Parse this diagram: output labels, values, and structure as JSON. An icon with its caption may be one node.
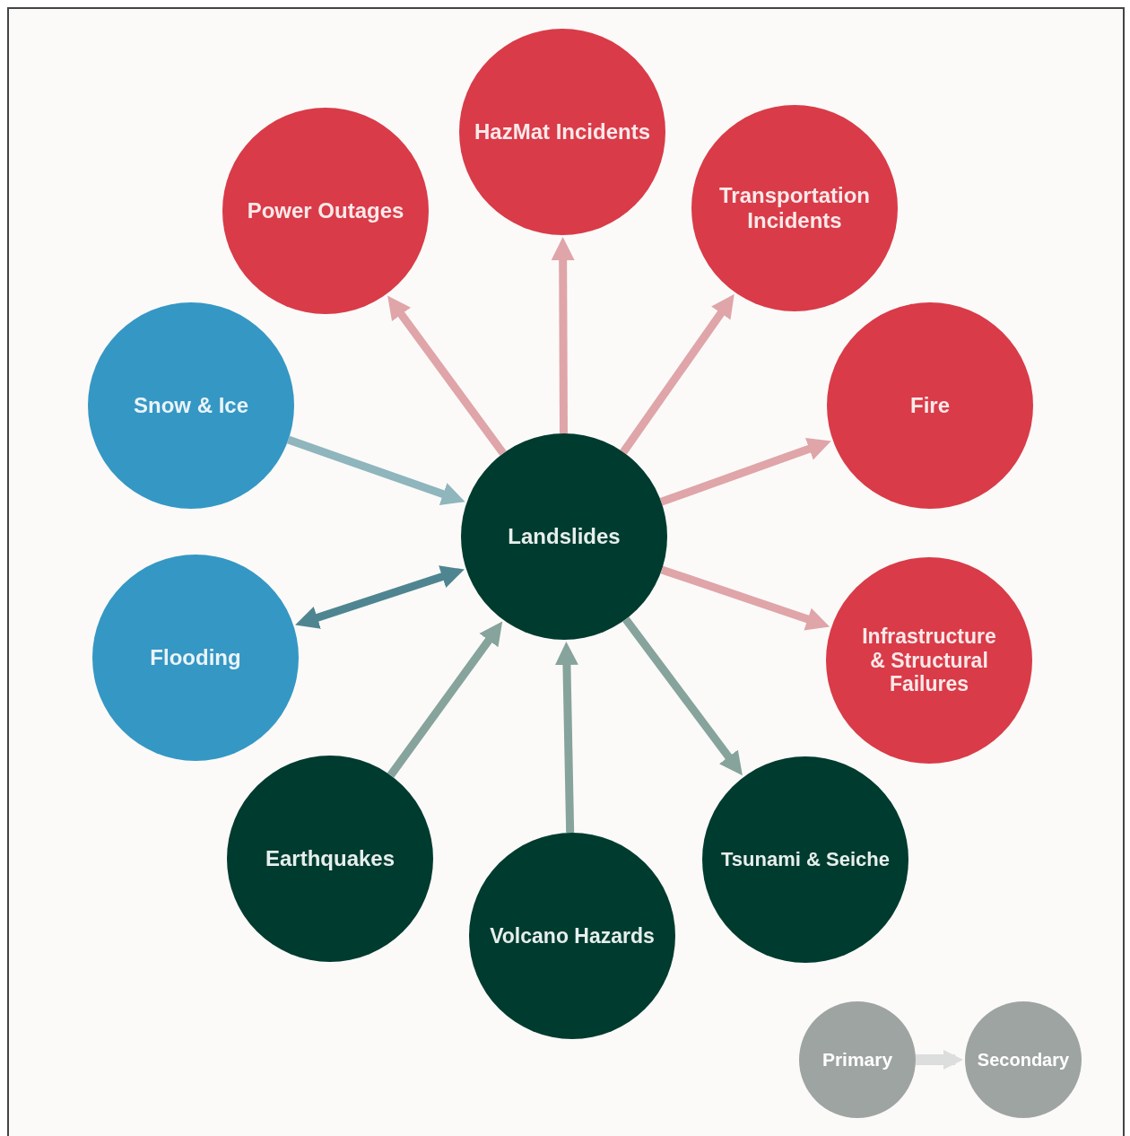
{
  "diagram": {
    "nodes": [
      {
        "text": [
          "HazMat Incidents"
        ]
      },
      {
        "text": [
          "Power Outages"
        ]
      },
      {
        "text": [
          "Transportation Incidents"
        ]
      },
      {
        "text": [
          "Snow & Ice"
        ]
      },
      {
        "text": [
          "Fire"
        ]
      },
      {
        "text": [
          "Landslides"
        ]
      },
      {
        "text": [
          "Flooding"
        ]
      },
      {
        "text": [
          "Infrastructure & Structural Failures"
        ]
      },
      {
        "text": [
          "Earthquakes"
        ]
      },
      {
        "text": [
          "Tsunami & Seiche"
        ]
      },
      {
        "text": [
          "Volcano Hazards"
        ]
      },
      {
        "text": [
          "Primary"
        ]
      },
      {
        "text": [
          "Secondary"
        ]
      }
    ],
    "edges": [
      {
        "from": 5,
        "to": 1,
        "arrow": "to",
        "color": "#dfa5a9"
      },
      {
        "from": 5,
        "to": 0,
        "arrow": "to",
        "color": "#dfa5a9"
      },
      {
        "from": 5,
        "to": 2,
        "arrow": "to",
        "color": "#dfa5a9"
      },
      {
        "from": 5,
        "to": 4,
        "arrow": "to",
        "color": "#dfa5a9"
      },
      {
        "from": 3,
        "to": 5,
        "arrow": "to",
        "color": "#8fb5bd"
      },
      {
        "from": 6,
        "to": 5,
        "arrow": "both",
        "color": "#4f8590"
      },
      {
        "from": 5,
        "to": 7,
        "arrow": "to",
        "color": "#dfa5a9"
      },
      {
        "from": 8,
        "to": 5,
        "arrow": "to",
        "color": "#86a39c"
      },
      {
        "from": 10,
        "to": 5,
        "arrow": "to",
        "color": "#86a39c"
      },
      {
        "from": 5,
        "to": 9,
        "arrow": "to",
        "color": "#86a39c"
      },
      {
        "from": 11,
        "to": 12,
        "arrow": "to",
        "color": "#dcdedd"
      }
    ]
  }
}
